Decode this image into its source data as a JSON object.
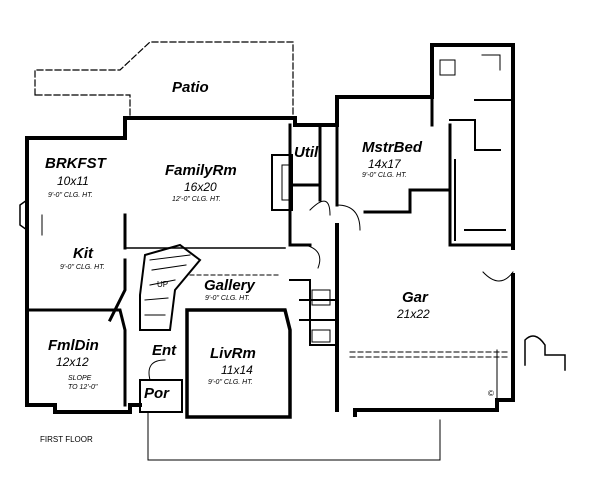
{
  "floor_label": "FIRST FLOOR",
  "copyright_mark": "©",
  "rooms": {
    "patio": {
      "name": "Patio"
    },
    "brkfst": {
      "name": "BRKFST",
      "dims": "10x11",
      "ceiling": "9'-0\" CLG. HT."
    },
    "familyrm": {
      "name": "FamilyRm",
      "dims": "16x20",
      "ceiling": "12'-0\" CLG. HT."
    },
    "util": {
      "name": "Util"
    },
    "mstrbed": {
      "name": "MstrBed",
      "dims": "14x17",
      "ceiling": "9'-0\" CLG. HT."
    },
    "kit": {
      "name": "Kit",
      "ceiling": "9'-0\" CLG. HT."
    },
    "gallery": {
      "name": "Gallery",
      "ceiling": "9'-0\" CLG. HT."
    },
    "gar": {
      "name": "Gar",
      "dims": "21x22"
    },
    "fmldin": {
      "name": "FmlDin",
      "dims": "12x12",
      "slope_line1": "SLOPE",
      "slope_line2": "TO 12'-0\""
    },
    "ent": {
      "name": "Ent"
    },
    "livrm": {
      "name": "LivRm",
      "dims": "11x14",
      "ceiling": "9'-0\" CLG. HT."
    },
    "por": {
      "name": "Por"
    }
  },
  "stair_label": "UP"
}
